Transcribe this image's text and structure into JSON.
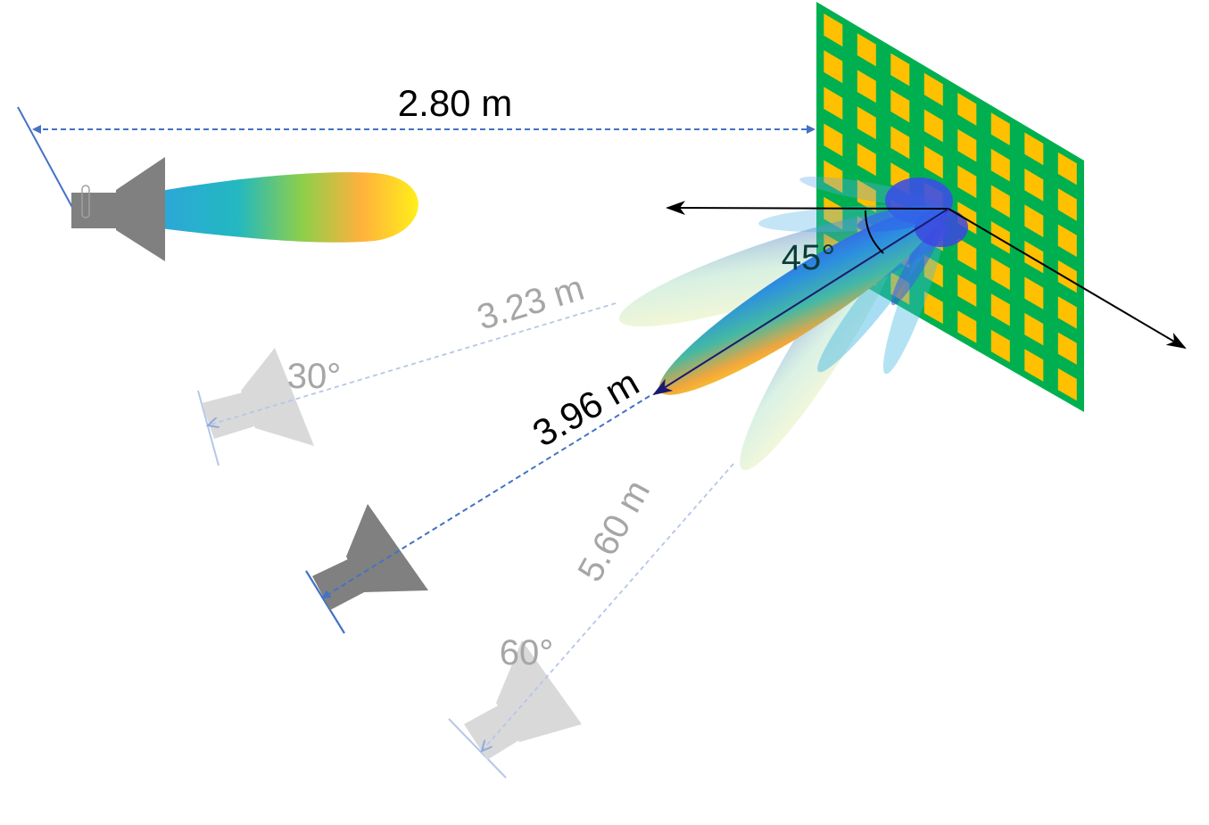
{
  "labels": {
    "tx_distance": "2.80 m",
    "rx30_distance": "3.23 m",
    "rx45_distance": "3.96 m",
    "rx60_distance": "5.60 m",
    "angle_45": "45°",
    "angle_30": "30°",
    "angle_60": "60°"
  },
  "colors": {
    "surface_board": "#00b050",
    "surface_cell": "#ffc000",
    "horn_active": "#808080",
    "horn_faded": "#d9d9d9",
    "link_blue": "#4472c4",
    "link_faded": "#b4c7e7",
    "text_dark": "#000000",
    "text_faded": "#a6a6a6",
    "angle_text": "#0b3c3c"
  },
  "icons": {
    "transmitter": "horn-antenna-icon",
    "receivers": "horn-antenna-icon",
    "surface": "metasurface-panel-icon"
  }
}
